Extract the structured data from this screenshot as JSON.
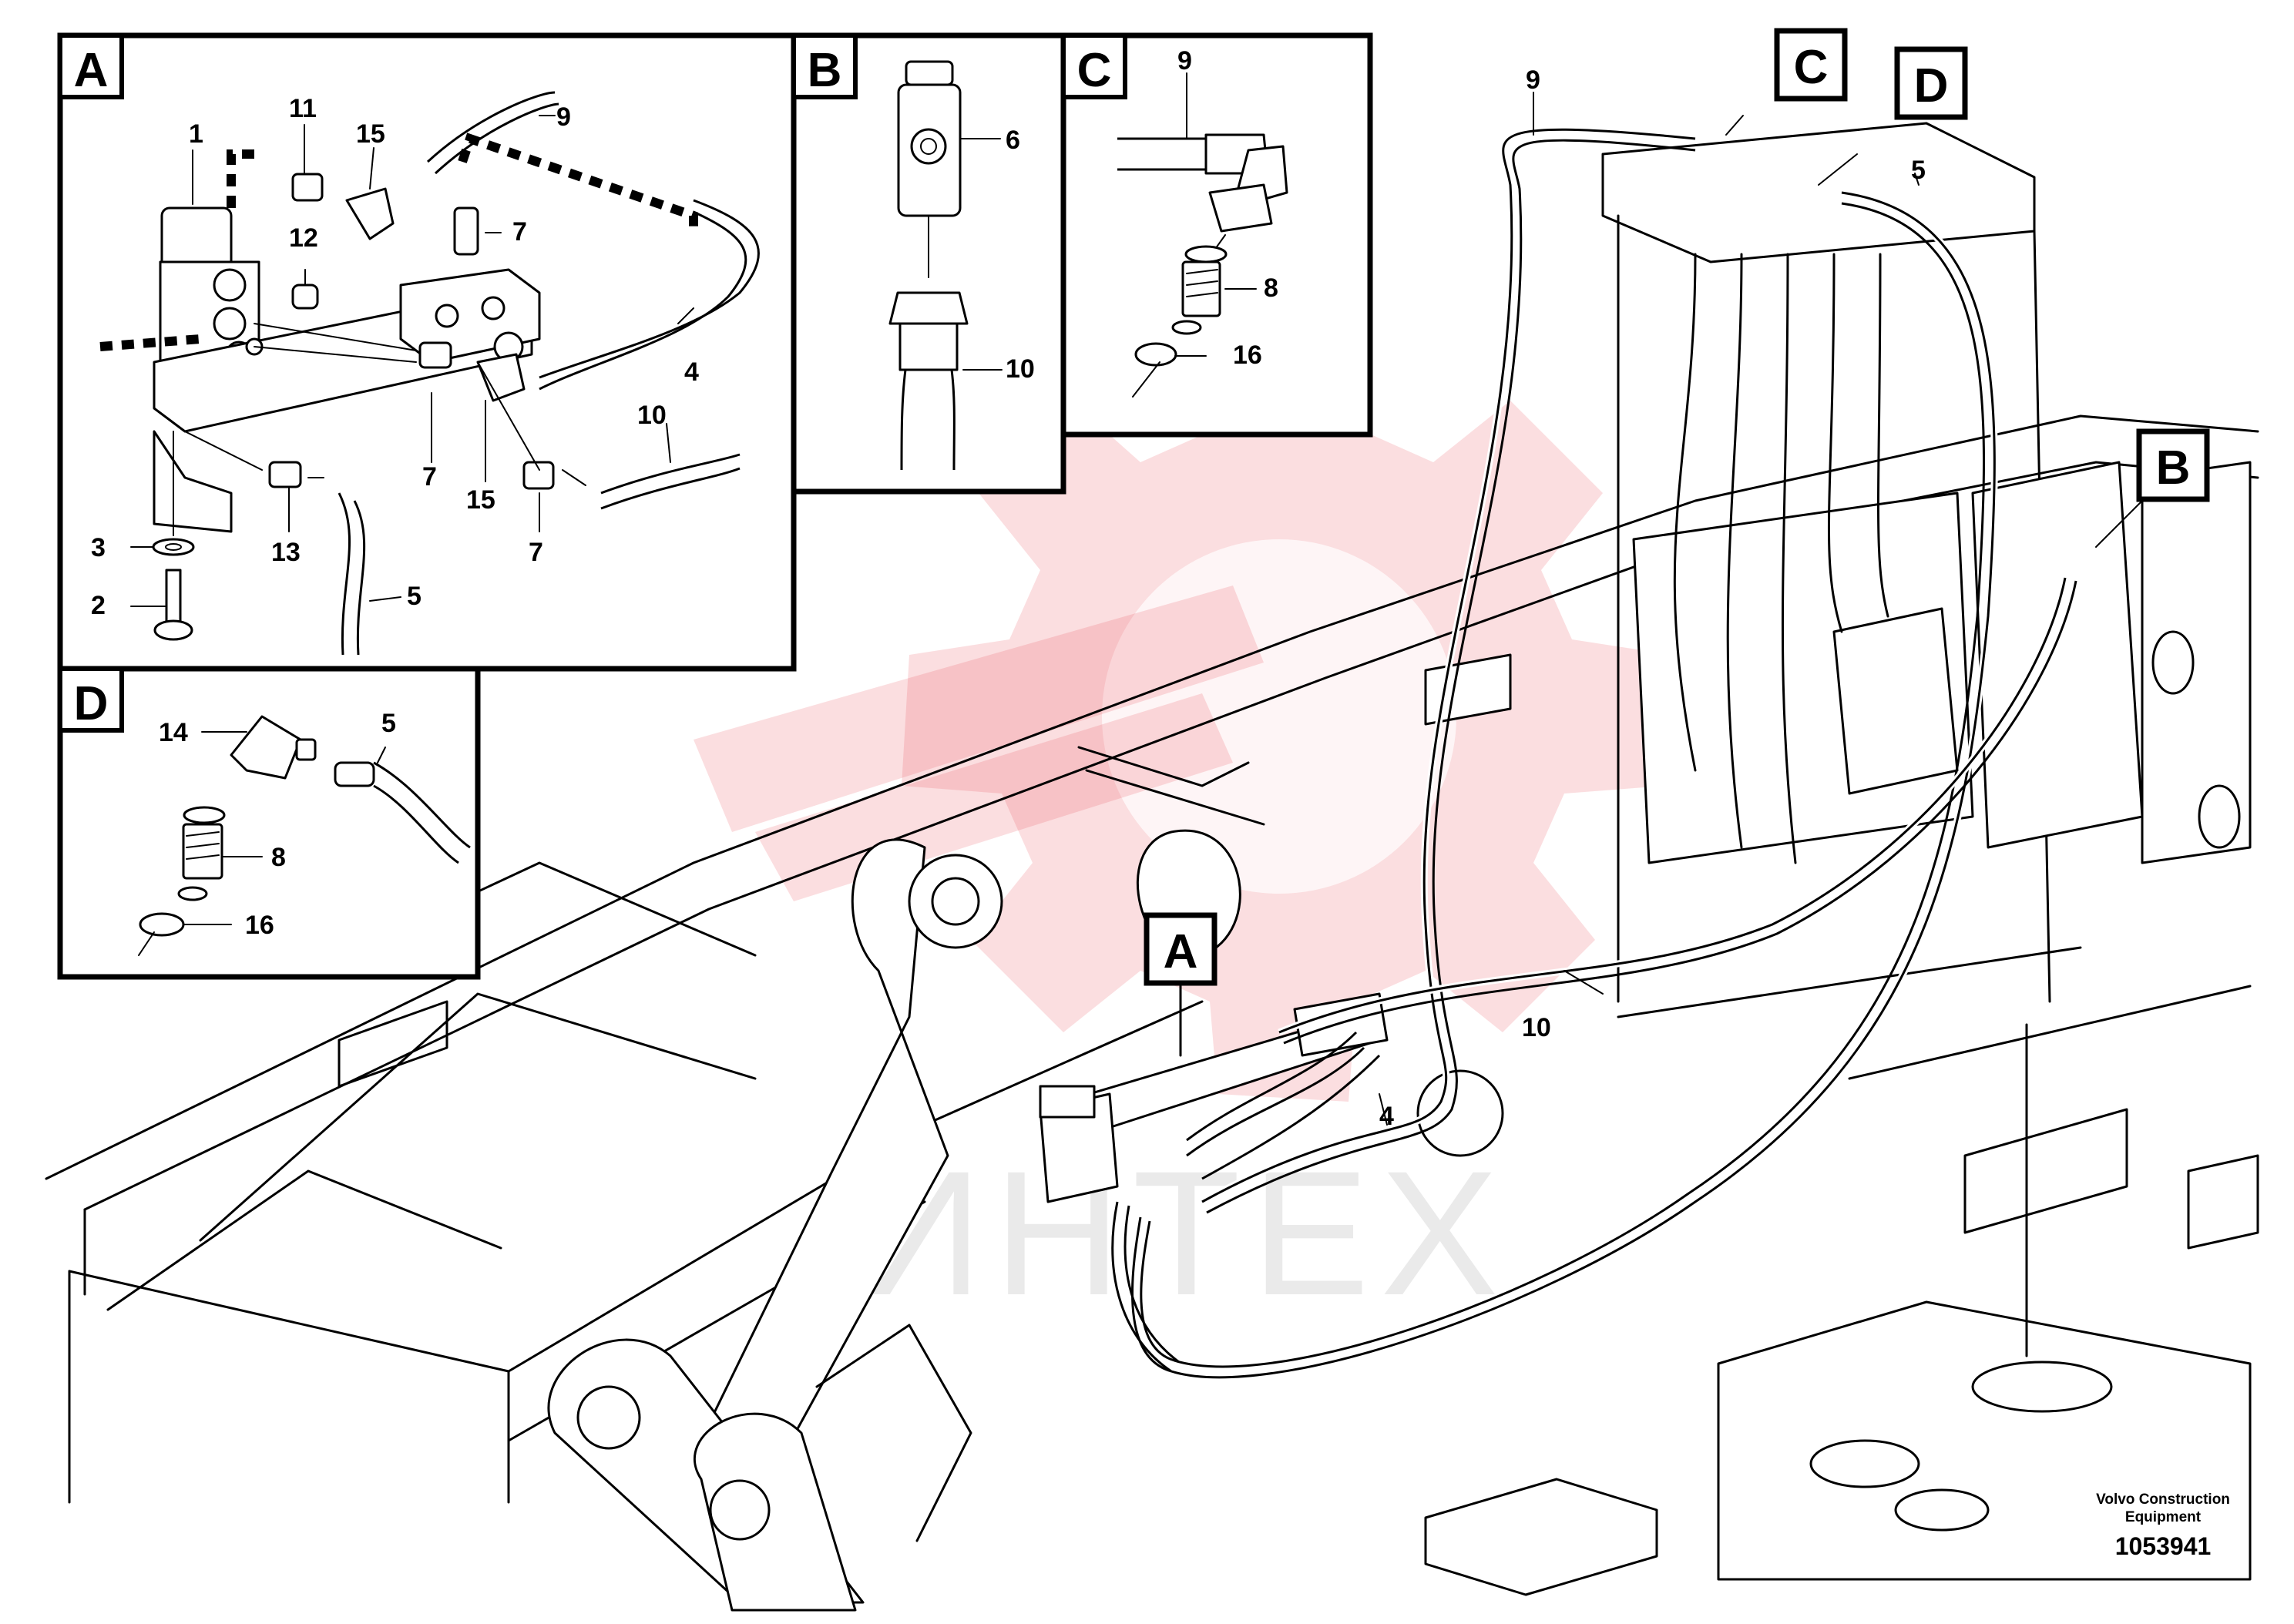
{
  "inset_sections": {
    "A": {
      "letter": "A",
      "callouts": [
        "1",
        "11",
        "15",
        "9",
        "7",
        "12",
        "4",
        "10",
        "7",
        "15",
        "7",
        "3",
        "2",
        "13",
        "5"
      ]
    },
    "B": {
      "letter": "B",
      "callouts": [
        "6",
        "10"
      ]
    },
    "C": {
      "letter": "C",
      "callouts": [
        "9",
        "8",
        "16"
      ]
    },
    "D": {
      "letter": "D",
      "callouts": [
        "14",
        "5",
        "8",
        "16"
      ]
    }
  },
  "main_view": {
    "section_tags": [
      "C",
      "D",
      "B",
      "A"
    ],
    "callouts": [
      "9",
      "5",
      "10",
      "4"
    ]
  },
  "watermark": {
    "text": "ИНТЕХ",
    "logo": "gear-logo",
    "color": "#e8323c"
  },
  "credit": {
    "line1": "Volvo Construction",
    "line2": "Equipment",
    "doc_number": "1053941"
  }
}
